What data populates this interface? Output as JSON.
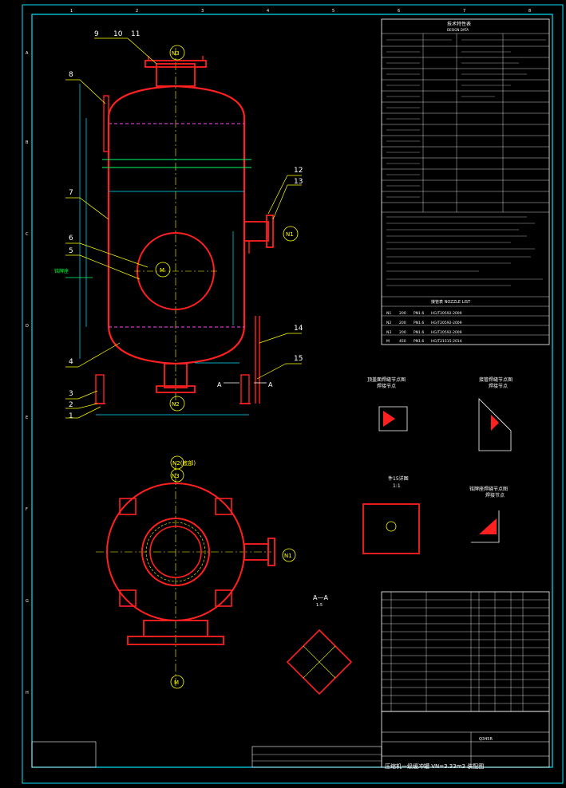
{
  "frame": {
    "col_markers": [
      "1",
      "2",
      "3",
      "4",
      "5",
      "6",
      "7",
      "8"
    ],
    "row_markers": [
      "A",
      "B",
      "C",
      "D",
      "E",
      "F",
      "G",
      "H"
    ]
  },
  "callouts": {
    "top": [
      "9",
      "10",
      "11"
    ],
    "left": [
      "8",
      "7",
      "6",
      "5",
      "4",
      "3",
      "2",
      "1"
    ],
    "right": [
      "12",
      "13",
      "14",
      "15"
    ]
  },
  "nozzles": {
    "n3": "N3",
    "n1": "N1",
    "n2": "N2",
    "m": "M"
  },
  "side_label_green": "铭牌座",
  "section_marks": {
    "a_left": "A",
    "a_right": "A"
  },
  "plan_view_label": "N2(底部)",
  "section_view": {
    "title": "A—A",
    "scale": "1:5"
  },
  "details": {
    "d1": {
      "title": "顶盖面焊缝节点图",
      "sub": "焊接节点"
    },
    "d2": {
      "title": "接管焊缝节点图",
      "sub": "焊接节点"
    },
    "d3": {
      "title": "件15详图",
      "sub": "1:1"
    },
    "d4": {
      "title": "铭牌座焊缝节点图",
      "sub": "焊接节点"
    }
  },
  "tech_table": {
    "title": "技术特性表",
    "subtitle": "DESIGN DATA"
  },
  "nozzle_table": {
    "title": "接管表 NOZZLE LIST",
    "rows": [
      {
        "id": "N1",
        "dn": "200",
        "rating": "PN1.6",
        "std": "HG/T20592-2009"
      },
      {
        "id": "N2",
        "dn": "200",
        "rating": "PN1.6",
        "std": "HG/T20592-2009"
      },
      {
        "id": "N3",
        "dn": "200",
        "rating": "PN1.6",
        "std": "HG/T20592-2009"
      },
      {
        "id": "M",
        "dn": "450",
        "rating": "PN1.6",
        "std": "HG/T21515-2014"
      }
    ]
  },
  "title_block": {
    "main_title": "压缩机一级缓冲罐 VN=3.33m3  装配图",
    "material_note": "Q345R"
  }
}
